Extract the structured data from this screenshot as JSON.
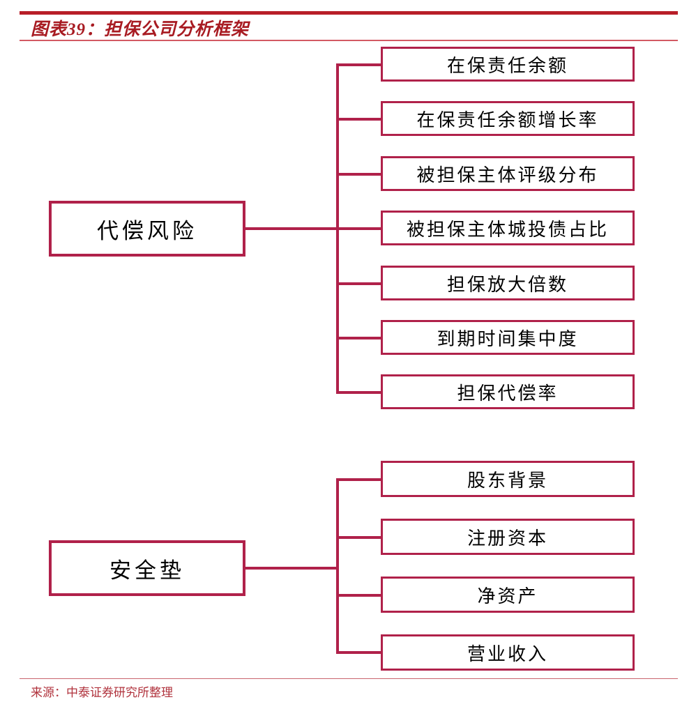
{
  "header": {
    "title": "图表39：担保公司分析框架",
    "accent_color": "#B81E28",
    "rule_color": "#D35A63"
  },
  "footer": {
    "source": "来源：中泰证券研究所整理",
    "rule_color": "#C9636C",
    "text_color": "#B0323C"
  },
  "diagram": {
    "type": "tree",
    "line_color": "#B0214A",
    "box_fill": "#FFFFFF",
    "label_color": "#000000",
    "groups": [
      {
        "id": "group-compensation-risk",
        "parent": "代偿风险",
        "children": [
          "在保责任余额",
          "在保责任余额增长率",
          "被担保主体评级分布",
          "被担保主体城投债占比",
          "担保放大倍数",
          "到期时间集中度",
          "担保代偿率"
        ]
      },
      {
        "id": "group-safety-cushion",
        "parent": "安全垫",
        "children": [
          "股东背景",
          "注册资本",
          "净资产",
          "营业收入"
        ]
      }
    ]
  }
}
